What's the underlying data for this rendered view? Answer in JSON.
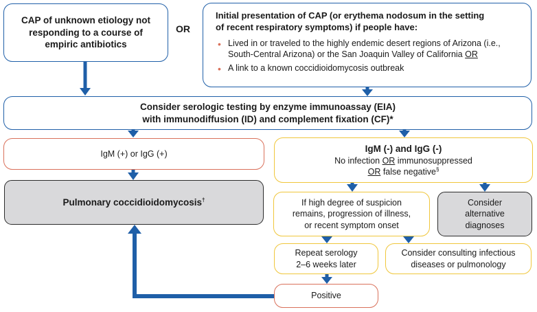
{
  "cap_box": {
    "lines": [
      "CAP of unknown etiology not",
      "responding to a course of",
      "empiric antibiotics"
    ]
  },
  "or_label": "OR",
  "initial_box": {
    "title_lines": [
      "Initial presentation of CAP (or erythema nodosum in the setting",
      "of recent respiratory symptoms) if people have:"
    ],
    "bullet1_lines": [
      "Lived in or traveled to the highly endemic desert regions of Arizona (i.e.,",
      "South-Central Arizona) or the San Joaquin Valley of California"
    ],
    "bullet1_or": "OR",
    "bullet2": "A link to a known coccidioidomycosis outbreak"
  },
  "serologic_box": {
    "lines": [
      "Consider serologic testing by enzyme immunoassay (EIA)",
      "with immunodiffusion (ID) and complement fixation (CF)*"
    ]
  },
  "igm_positive_box": {
    "text": "IgM (+) or IgG (+)"
  },
  "igm_negative_box": {
    "title": "IgM (-) and IgG (-)",
    "line2_a": "No infection ",
    "line2_or": "OR",
    "line2_b": " immunosuppressed",
    "line3_or": "OR",
    "line3_b": " false negative",
    "line3_sup": "§"
  },
  "pulmonary_box": {
    "text": "Pulmonary coccidioidomycosis",
    "sup": "†"
  },
  "suspicion_box": {
    "lines": [
      "If high degree of suspicion",
      "remains, progression of illness,",
      "or recent symptom onset"
    ]
  },
  "alternative_box": {
    "lines": [
      "Consider",
      "alternative",
      "diagnoses"
    ]
  },
  "repeat_box": {
    "lines": [
      "Repeat serology",
      "2–6 weeks later"
    ]
  },
  "consult_box": {
    "lines": [
      "Consider consulting infectious",
      "diseases or pulmonology"
    ]
  },
  "positive_box": {
    "text": "Positive"
  },
  "colors": {
    "arrow_blue": "#1f5fa8",
    "box_blue_border": "#1f5fa8",
    "box_red_border": "#d9705a",
    "box_yellow_border": "#f0c63a",
    "box_gray_fill": "#d9d9db",
    "bullet": "#d9705a"
  }
}
